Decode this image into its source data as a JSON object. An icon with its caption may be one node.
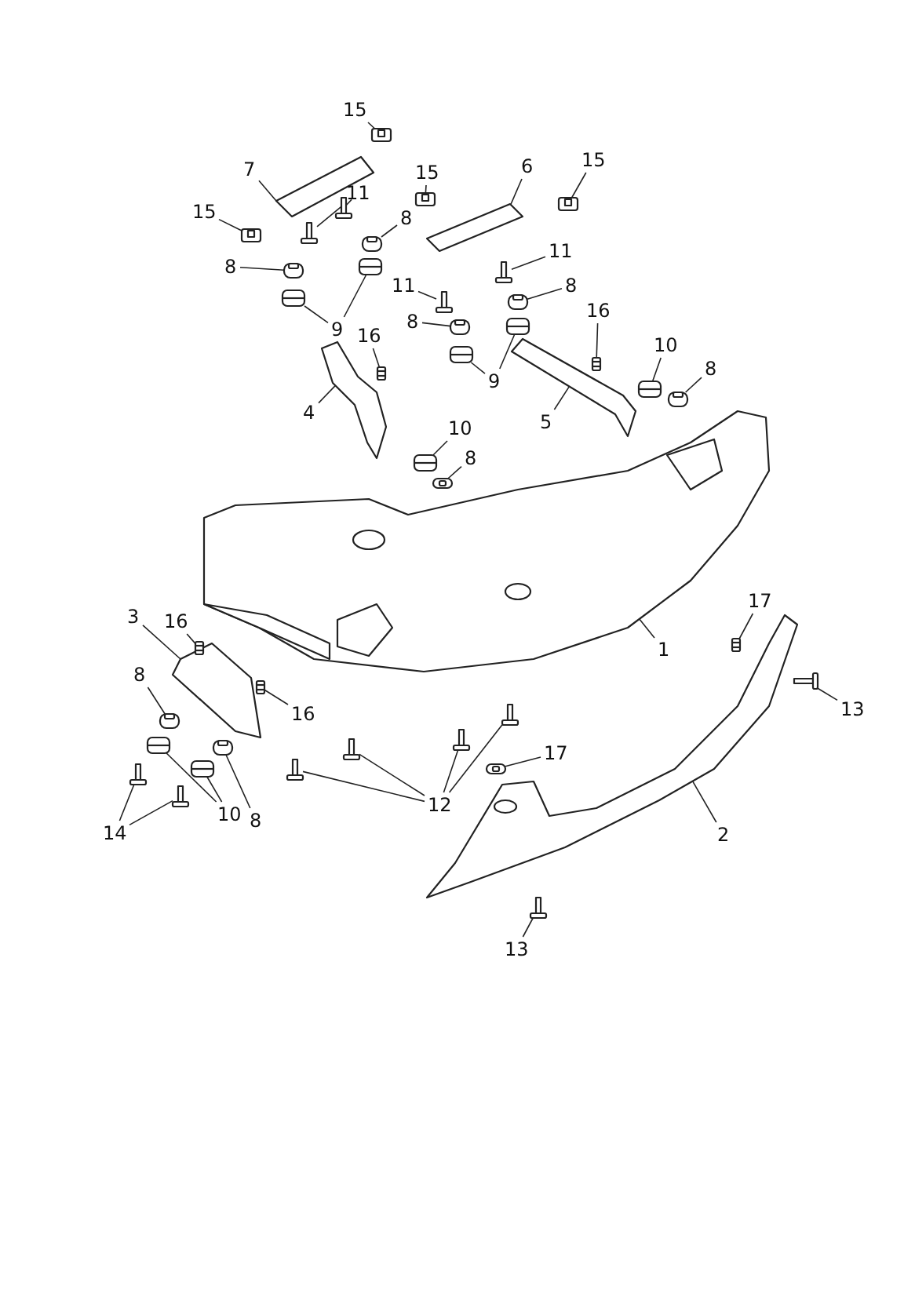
{
  "diagram": {
    "nodes": [
      {
        "text": [
          "15"
        ]
      },
      {
        "text": [
          "7"
        ]
      },
      {
        "text": [
          "11"
        ]
      },
      {
        "text": [
          "8"
        ]
      },
      {
        "text": [
          "15"
        ]
      },
      {
        "text": [
          "6"
        ]
      },
      {
        "text": [
          "15"
        ]
      },
      {
        "text": [
          "15"
        ]
      },
      {
        "text": [
          "8"
        ]
      },
      {
        "text": [
          "9"
        ]
      },
      {
        "text": [
          "11"
        ]
      },
      {
        "text": [
          "8"
        ]
      },
      {
        "text": [
          "11"
        ]
      },
      {
        "text": [
          "8"
        ]
      },
      {
        "text": [
          "16"
        ]
      },
      {
        "text": [
          "10"
        ]
      },
      {
        "text": [
          "8"
        ]
      },
      {
        "text": [
          "16"
        ]
      },
      {
        "text": [
          "4"
        ]
      },
      {
        "text": [
          "9"
        ]
      },
      {
        "text": [
          "5"
        ]
      },
      {
        "text": [
          "10"
        ]
      },
      {
        "text": [
          "8"
        ]
      },
      {
        "text": [
          "1"
        ]
      },
      {
        "text": [
          "3"
        ]
      },
      {
        "text": [
          "16"
        ]
      },
      {
        "text": [
          "8"
        ]
      },
      {
        "text": [
          "16"
        ]
      },
      {
        "text": [
          "17"
        ]
      },
      {
        "text": [
          "13"
        ]
      },
      {
        "text": [
          "12"
        ]
      },
      {
        "text": [
          "17"
        ]
      },
      {
        "text": [
          "2"
        ]
      },
      {
        "text": [
          "14"
        ]
      },
      {
        "text": [
          "10"
        ]
      },
      {
        "text": [
          "8"
        ]
      },
      {
        "text": [
          "13"
        ]
      },
      {
        "text": [],
        "shape": "picture"
      },
      {
        "text": [],
        "shape": "picture"
      },
      {
        "text": [],
        "shape": "picture"
      },
      {
        "text": [],
        "shape": "picture"
      },
      {
        "text": [],
        "shape": "picture"
      },
      {
        "text": [],
        "shape": "picture"
      },
      {
        "text": [],
        "shape": "picture"
      },
      {
        "text": [],
        "shape": "picture"
      },
      {
        "text": [],
        "shape": "picture"
      },
      {
        "text": [],
        "shape": "picture"
      },
      {
        "text": [],
        "shape": "picture"
      },
      {
        "text": [],
        "shape": "picture"
      },
      {
        "text": [],
        "shape": "picture"
      },
      {
        "text": [],
        "shape": "picture"
      },
      {
        "text": [],
        "shape": "picture"
      },
      {
        "text": [],
        "shape": "picture"
      },
      {
        "text": [],
        "shape": "picture"
      },
      {
        "text": [],
        "shape": "picture"
      },
      {
        "text": [],
        "shape": "picture"
      },
      {
        "text": [],
        "shape": "picture"
      },
      {
        "text": [],
        "shape": "picture"
      },
      {
        "text": [],
        "shape": "picture"
      },
      {
        "text": [],
        "shape": "picture"
      },
      {
        "text": [],
        "shape": "picture"
      },
      {
        "text": [],
        "shape": "picture"
      },
      {
        "text": [],
        "shape": "picture"
      },
      {
        "text": [],
        "shape": "picture"
      },
      {
        "text": [],
        "shape": "picture"
      },
      {
        "text": [],
        "shape": "picture"
      },
      {
        "text": [],
        "shape": "picture"
      },
      {
        "text": [],
        "shape": "picture"
      },
      {
        "text": [],
        "shape": "picture"
      },
      {
        "text": [],
        "shape": "picture"
      },
      {
        "text": [],
        "shape": "picture"
      },
      {
        "text": [],
        "shape": "picture"
      },
      {
        "text": [],
        "shape": "picture"
      },
      {
        "text": [],
        "shape": "picture"
      },
      {
        "text": [],
        "shape": "picture"
      },
      {
        "text": [],
        "shape": "picture"
      },
      {
        "text": [],
        "shape": "picture"
      },
      {
        "text": [],
        "shape": "picture"
      },
      {
        "text": [],
        "shape": "picture"
      },
      {
        "text": [],
        "shape": "picture"
      },
      {
        "text": [],
        "shape": "picture"
      },
      {
        "text": [],
        "shape": "picture"
      }
    ],
    "edges": [
      {
        "from": 0,
        "to": 37,
        "arrow": "none"
      },
      {
        "from": 1,
        "to": 38,
        "arrow": "none"
      },
      {
        "from": 2,
        "to": 39,
        "arrow": "none"
      },
      {
        "from": 2,
        "to": 40,
        "arrow": "none"
      },
      {
        "from": 3,
        "to": 41,
        "arrow": "none"
      },
      {
        "from": 4,
        "to": 42,
        "arrow": "none"
      },
      {
        "from": 5,
        "to": 43,
        "arrow": "none"
      },
      {
        "from": 6,
        "to": 44,
        "arrow": "none"
      },
      {
        "from": 7,
        "to": 45,
        "arrow": "none"
      },
      {
        "from": 8,
        "to": 46,
        "arrow": "none"
      },
      {
        "from": 9,
        "to": 47,
        "arrow": "none"
      },
      {
        "from": 9,
        "to": 48,
        "arrow": "none"
      },
      {
        "from": 10,
        "to": 49,
        "arrow": "none"
      },
      {
        "from": 11,
        "to": 50,
        "arrow": "none"
      },
      {
        "from": 12,
        "to": 51,
        "arrow": "none"
      },
      {
        "from": 13,
        "to": 52,
        "arrow": "none"
      },
      {
        "from": 14,
        "to": 53,
        "arrow": "none"
      },
      {
        "from": 15,
        "to": 54,
        "arrow": "none"
      },
      {
        "from": 16,
        "to": 55,
        "arrow": "none"
      },
      {
        "from": 17,
        "to": 56,
        "arrow": "none"
      },
      {
        "from": 18,
        "to": 57,
        "arrow": "none"
      },
      {
        "from": 19,
        "to": 58,
        "arrow": "none"
      },
      {
        "from": 19,
        "to": 59,
        "arrow": "none"
      },
      {
        "from": 20,
        "to": 60,
        "arrow": "none"
      },
      {
        "from": 21,
        "to": 61,
        "arrow": "none"
      },
      {
        "from": 22,
        "to": 62,
        "arrow": "none"
      },
      {
        "from": 23,
        "to": 63,
        "arrow": "none"
      },
      {
        "from": 24,
        "to": 64,
        "arrow": "none"
      },
      {
        "from": 25,
        "to": 65,
        "arrow": "none"
      },
      {
        "from": 26,
        "to": 66,
        "arrow": "none"
      },
      {
        "from": 27,
        "to": 67,
        "arrow": "none"
      },
      {
        "from": 28,
        "to": 68,
        "arrow": "none"
      },
      {
        "from": 29,
        "to": 69,
        "arrow": "none"
      },
      {
        "from": 30,
        "to": 70,
        "arrow": "none"
      },
      {
        "from": 30,
        "to": 71,
        "arrow": "none"
      },
      {
        "from": 30,
        "to": 72,
        "arrow": "none"
      },
      {
        "from": 30,
        "to": 73,
        "arrow": "none"
      },
      {
        "from": 31,
        "to": 74,
        "arrow": "none"
      },
      {
        "from": 32,
        "to": 75,
        "arrow": "none"
      },
      {
        "from": 33,
        "to": 76,
        "arrow": "none"
      },
      {
        "from": 33,
        "to": 77,
        "arrow": "none"
      },
      {
        "from": 34,
        "to": 78,
        "arrow": "none"
      },
      {
        "from": 34,
        "to": 79,
        "arrow": "none"
      },
      {
        "from": 35,
        "to": 80,
        "arrow": "none"
      },
      {
        "from": 36,
        "to": 81,
        "arrow": "none"
      }
    ]
  }
}
